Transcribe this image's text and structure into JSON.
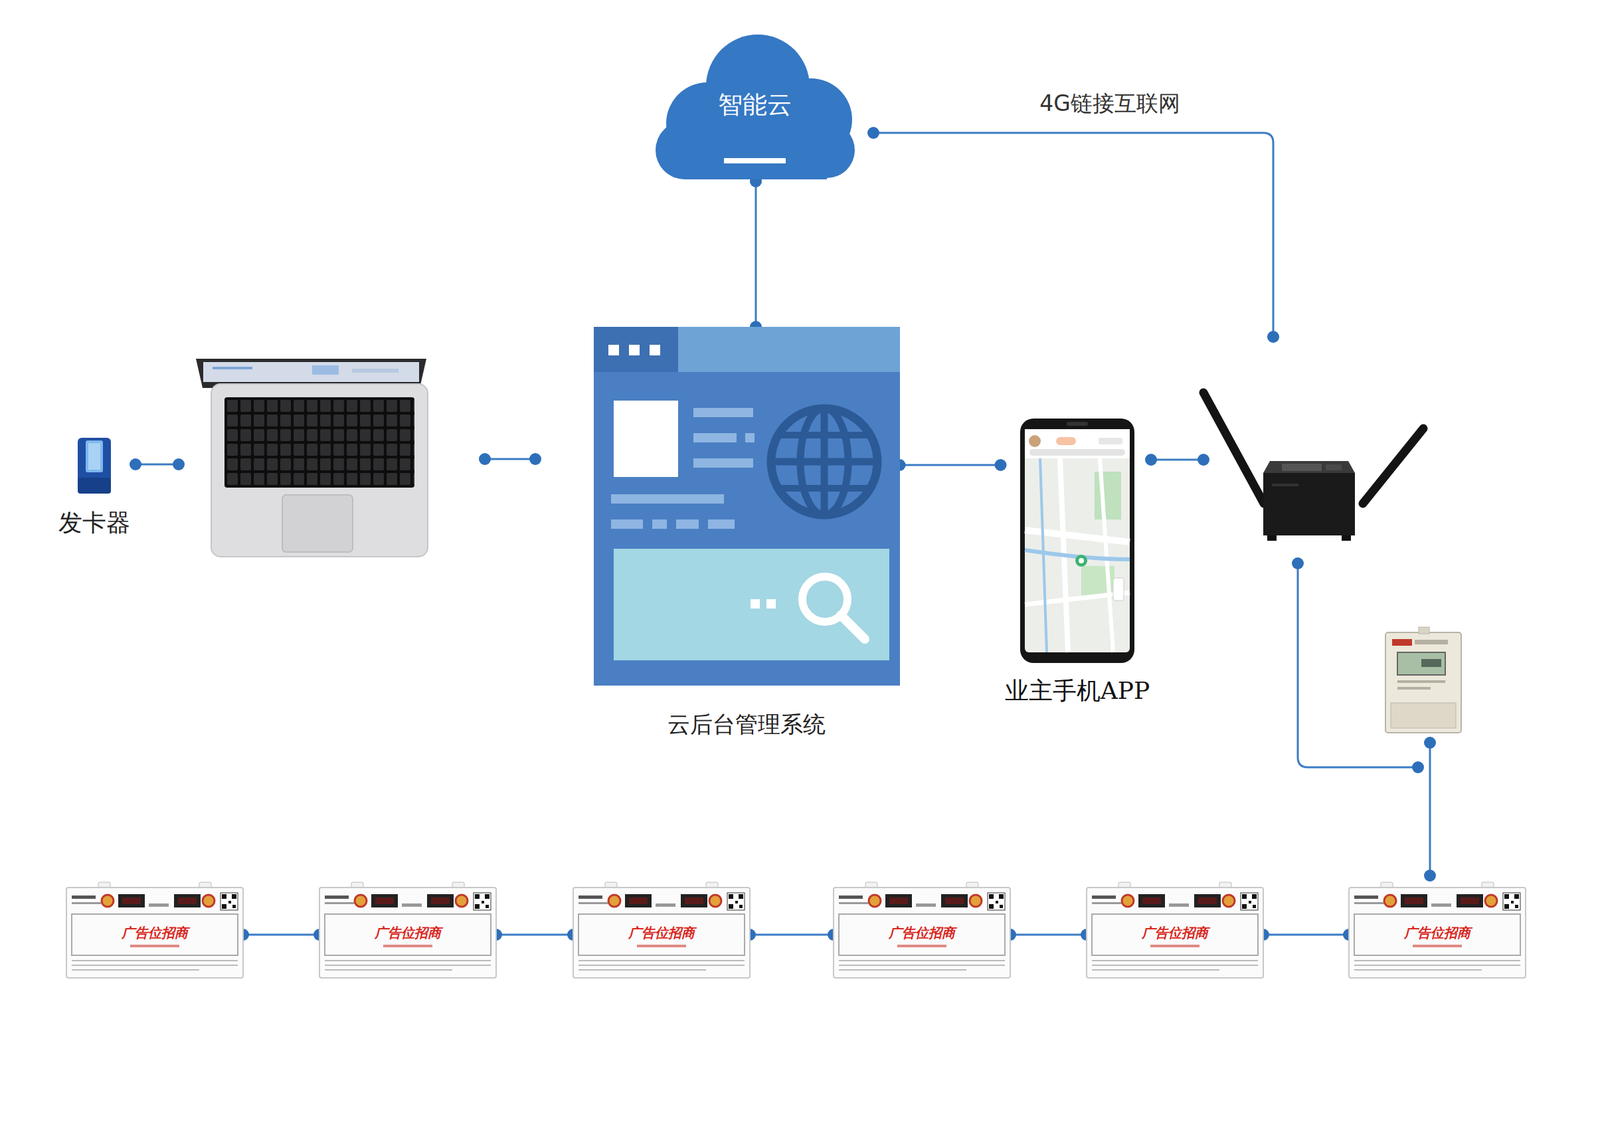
{
  "diagram": {
    "nodes": [
      {
        "text": [
          "智能云"
        ]
      },
      {
        "text": [
          "发卡器"
        ]
      },
      {
        "text": [
          "云后台管理系统"
        ]
      },
      {
        "text": [
          "业主手机APP"
        ]
      },
      {
        "text": [
          "广告位招商"
        ]
      },
      {
        "text": [
          "广告位招商"
        ]
      },
      {
        "text": [
          "广告位招商"
        ]
      },
      {
        "text": [
          "广告位招商"
        ]
      },
      {
        "text": [
          "广告位招商"
        ]
      },
      {
        "text": [
          "广告位招商"
        ]
      }
    ],
    "edges": [
      {
        "from": 0,
        "to": 2,
        "arrow": "none"
      },
      {
        "from": 2,
        "to": 3,
        "arrow": "none"
      },
      {
        "from": 4,
        "to": 5,
        "arrow": "none"
      },
      {
        "from": 5,
        "to": 6,
        "arrow": "none"
      },
      {
        "from": 6,
        "to": 7,
        "arrow": "none"
      },
      {
        "from": 7,
        "to": 8,
        "arrow": "none"
      },
      {
        "from": 8,
        "to": 9,
        "arrow": "none"
      }
    ],
    "labels": [
      "4G链接互联网"
    ]
  }
}
